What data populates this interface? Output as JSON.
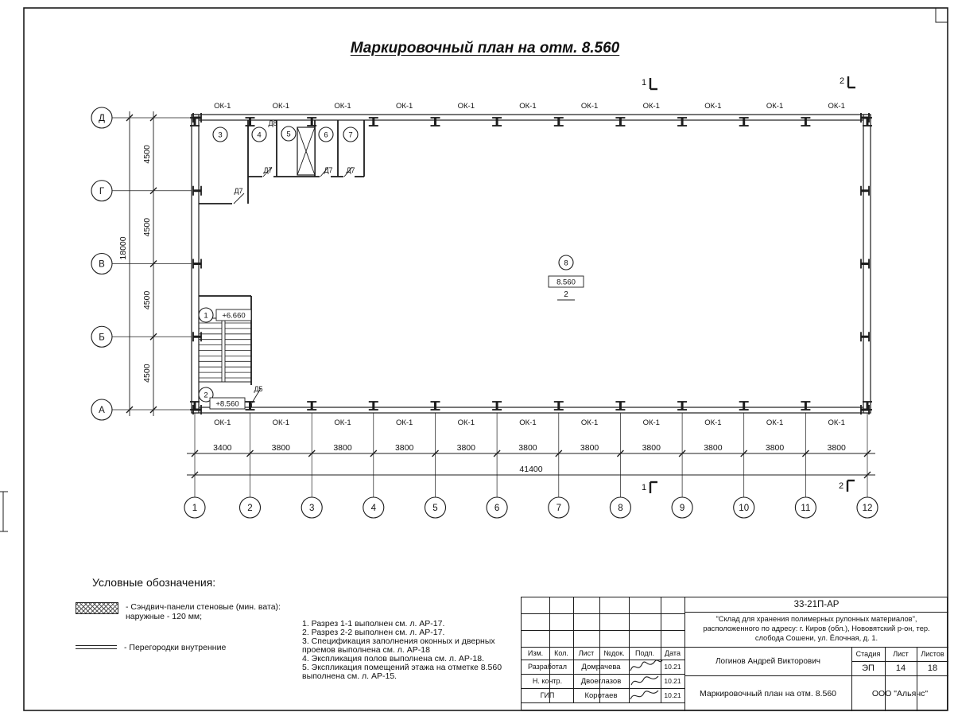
{
  "sheet": {
    "title": "Маркировочный план на отм. 8.560"
  },
  "plan": {
    "window_label": "ОК-1",
    "axes_rows": [
      "Д",
      "Г",
      "В",
      "Б",
      "А"
    ],
    "axes_cols": [
      "1",
      "2",
      "3",
      "4",
      "5",
      "6",
      "7",
      "8",
      "9",
      "10",
      "11",
      "12"
    ],
    "dims_row": [
      "4500",
      "4500",
      "4500",
      "4500"
    ],
    "dims_row_total": "18000",
    "dims_col": [
      "3400",
      "3800",
      "3800",
      "3800",
      "3800",
      "3800",
      "3800",
      "3800",
      "3800",
      "3800",
      "3800"
    ],
    "dims_col_total": "41400",
    "room_numbers": {
      "r1": "1",
      "r2": "2",
      "r3": "3",
      "r4": "4",
      "r5": "5",
      "r6": "6",
      "r7": "7",
      "r8": "8"
    },
    "elevations": {
      "stair_upper": "+6.660",
      "stair_lower": "+8.560",
      "hall": "8.560",
      "zone_label": "2"
    },
    "doors": {
      "d5": "Д5",
      "d7": "Д7",
      "d8": "Д8"
    },
    "section_marks": [
      "1",
      "2"
    ]
  },
  "legend": {
    "heading": "Условные обозначения:",
    "items": [
      {
        "label_line1": "- Сэндвич-панели стеновые (мин. вата):",
        "label_line2": "наружные - 120 мм;"
      },
      {
        "label_line1": "- Перегородки внутренние",
        "label_line2": ""
      }
    ]
  },
  "notes": [
    "1. Разрез 1-1 выполнен см. л. АР-17.",
    "2. Разрез 2-2 выполнен см. л. АР-17.",
    "3. Спецификация заполнения оконных и дверных проемов выполнена см. л. АР-18",
    "4. Экспликация полов выполнена см. л. АР-18.",
    "5. Экспликация помещений этажа на отметке 8.560 выполнена см. л. АР-15."
  ],
  "titleblock": {
    "doc_number": "33-21П-АР",
    "project_description": "\"Склад для хранения полимерных рулонных материалов\", расположенного по адресу: г. Киров (обл.), Нововятский р-он, тер. слобода Сошени, ул. Ёлочная, д. 1.",
    "columns": [
      "Изм.",
      "Кол.",
      "Лист",
      "№док.",
      "Подп.",
      "Дата"
    ],
    "rows": [
      {
        "role": "Разработал",
        "name": "Домрачева",
        "date": "10.21"
      },
      {
        "role": "Н. контр.",
        "name": "Двоеглазов",
        "date": "10.21"
      },
      {
        "role": "ГИП",
        "name": "Коротаев",
        "date": "10.21"
      }
    ],
    "chief": "Логинов Андрей Викторович",
    "stage_label": "Стадия",
    "sheet_label": "Лист",
    "sheets_label": "Листов",
    "stage": "ЭП",
    "sheet": "14",
    "sheets": "18",
    "drawing_title": "Маркировочный план на отм. 8.560",
    "company": "ООО \"Альянс\""
  }
}
